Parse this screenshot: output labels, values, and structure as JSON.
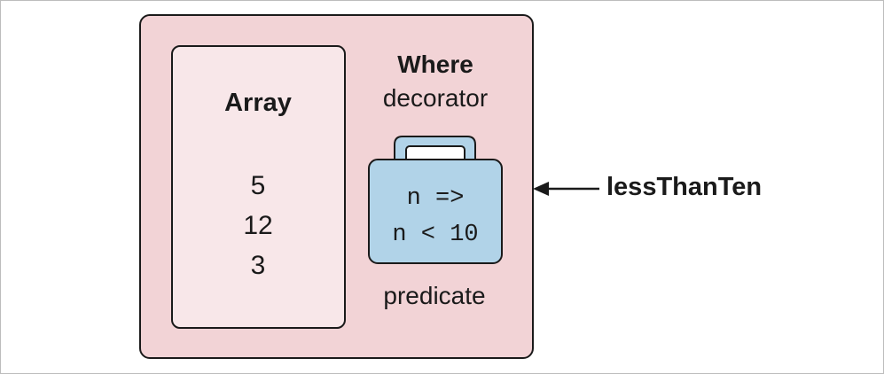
{
  "colors": {
    "decorator_fill": "#f2d3d6",
    "array_fill": "#f8e7e9",
    "predicate_fill": "#b1d3e8",
    "stroke": "#1a1a1a"
  },
  "array": {
    "title": "Array",
    "items": [
      "5",
      "12",
      "3"
    ]
  },
  "decorator": {
    "title": "Where",
    "subtitle": "decorator"
  },
  "predicate": {
    "code_line1": "n =>",
    "code_line2": "n < 10",
    "label": "predicate",
    "icon": "suitcase-icon"
  },
  "input": {
    "label": "lessThanTen",
    "icon": "arrow-left-icon"
  }
}
